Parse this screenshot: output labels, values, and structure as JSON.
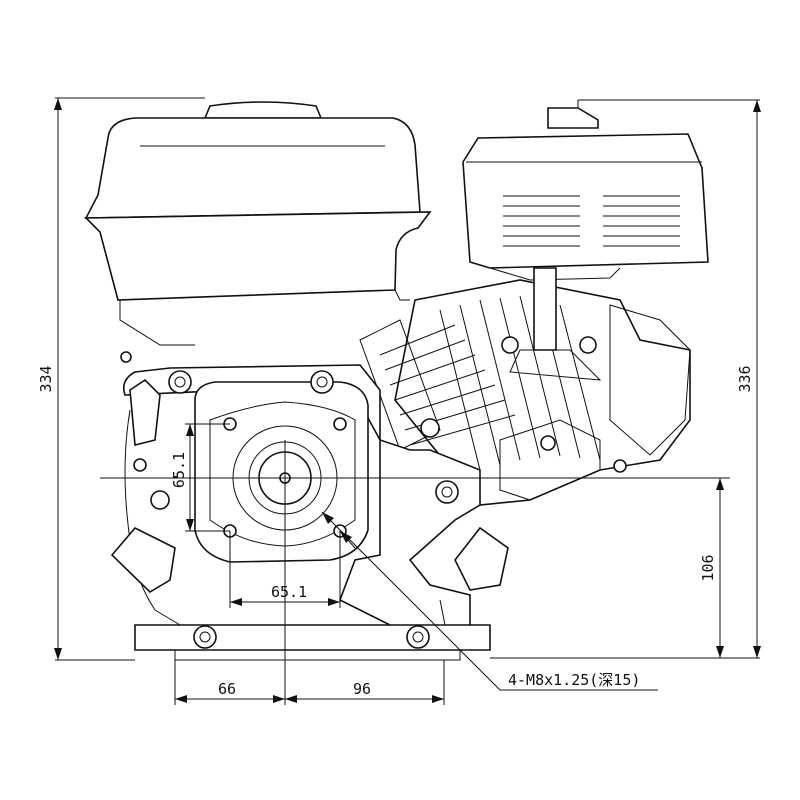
{
  "dimensions": {
    "total_height_left": "334",
    "total_height_right": "336",
    "shaft_height": "106",
    "bolt_spacing_vertical": "65.1",
    "bolt_spacing_horizontal": "65.1",
    "base_left": "66",
    "base_right": "96",
    "bolt_callout": "4-M8x1.25(深15)"
  },
  "colors": {
    "line": "#111111",
    "background": "#ffffff"
  }
}
